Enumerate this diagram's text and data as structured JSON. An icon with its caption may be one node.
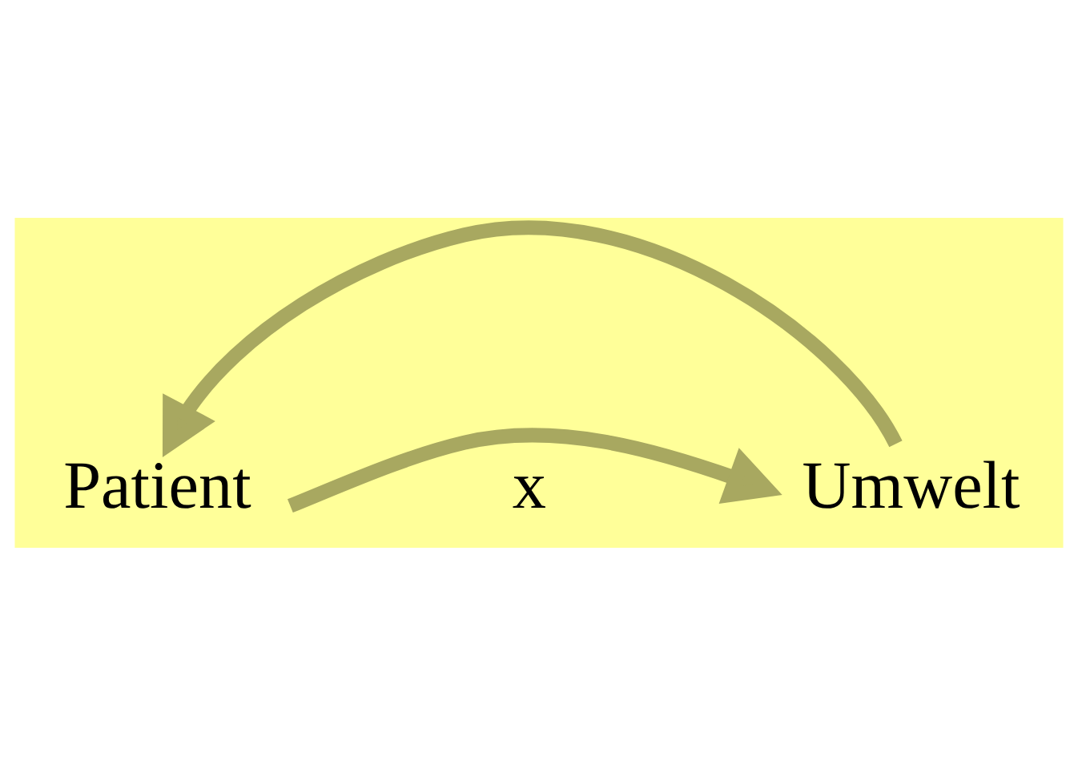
{
  "diagram": {
    "nodes": [
      {
        "text": [
          "Patient"
        ]
      },
      {
        "text": [
          "Umwelt"
        ]
      }
    ],
    "edges": [
      {
        "from": 0,
        "to": 1,
        "arrow": "to"
      },
      {
        "from": 1,
        "to": 0,
        "arrow": "to"
      }
    ],
    "labels": [
      "x"
    ]
  }
}
